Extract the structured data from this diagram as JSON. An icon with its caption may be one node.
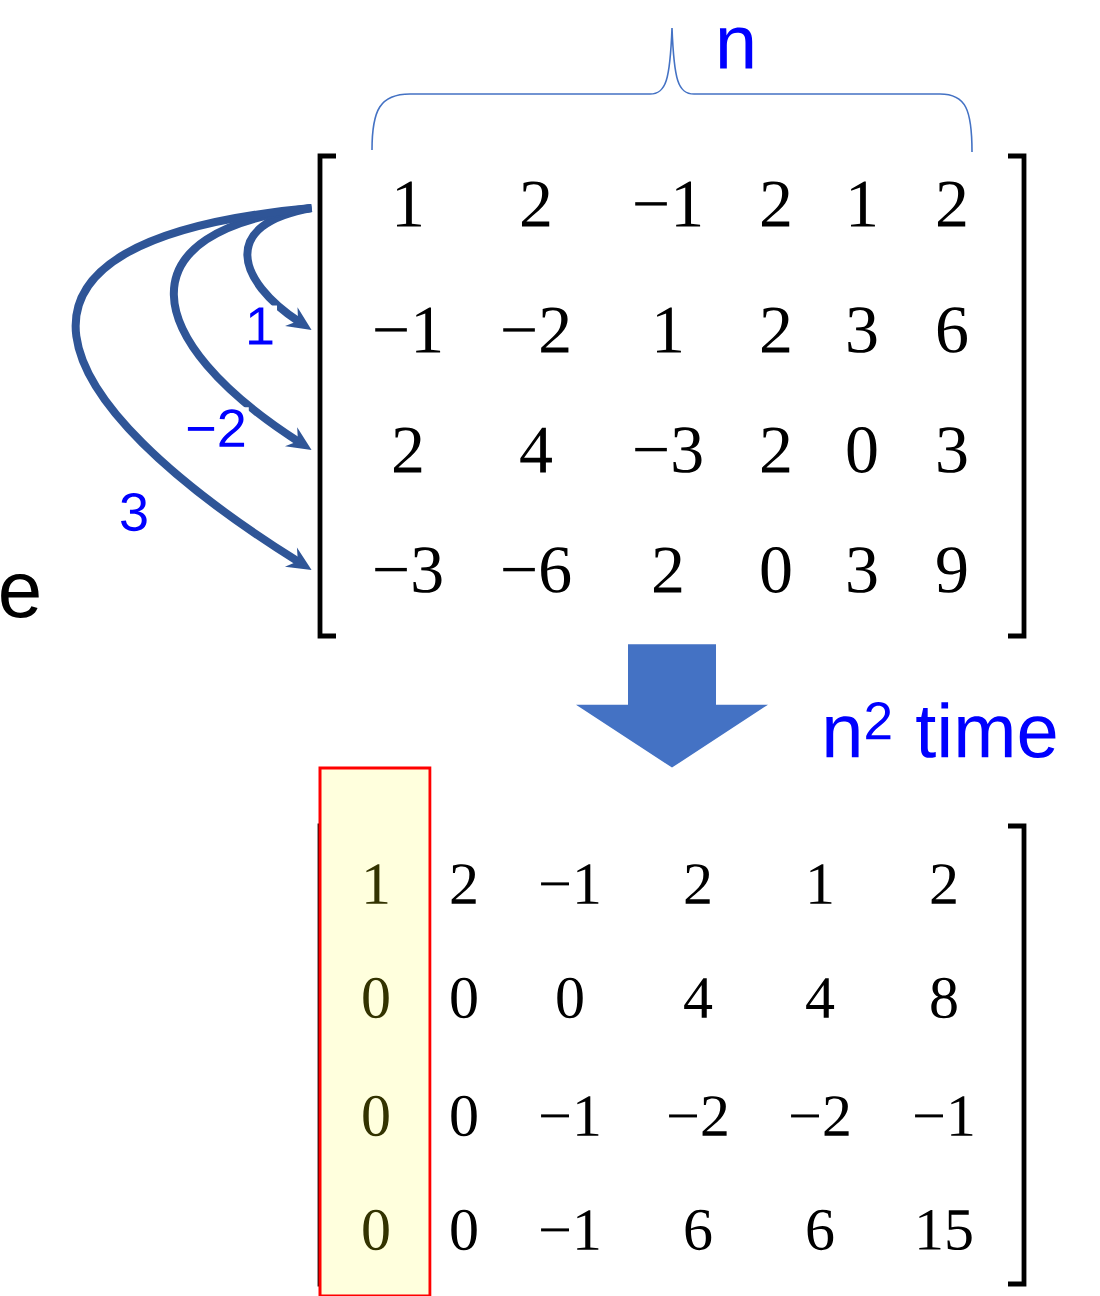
{
  "diagram": {
    "nodes": [
      {
        "text": [],
        "shape": "brackets"
      },
      {
        "text": [
          "1",
          "2",
          "−1",
          "2",
          "1",
          "2"
        ],
        "in": 0
      },
      {
        "text": [
          "−1",
          "−2",
          "1",
          "2",
          "3",
          "6"
        ],
        "in": 0
      },
      {
        "text": [
          "2",
          "4",
          "−3",
          "2",
          "0",
          "3"
        ],
        "in": 0
      },
      {
        "text": [
          "−3",
          "−6",
          "2",
          "0",
          "3",
          "9"
        ],
        "in": 0
      },
      {
        "text": [],
        "shape": "brackets"
      },
      {
        "text": [
          "1",
          "0",
          "0",
          "0"
        ],
        "in": 5
      },
      {
        "text": [
          "2",
          "−1",
          "2",
          "1",
          "2"
        ],
        "in": 5
      },
      {
        "text": [
          "0",
          "0",
          "4",
          "4",
          "8"
        ],
        "in": 5
      },
      {
        "text": [
          "0",
          "−1",
          "−2",
          "−2",
          "−1"
        ],
        "in": 5
      },
      {
        "text": [
          "0",
          "−1",
          "6",
          "6",
          "15"
        ],
        "in": 5
      }
    ],
    "edges": [
      {
        "from": 1,
        "to": 2,
        "arrow": "to",
        "label": "1"
      },
      {
        "from": 1,
        "to": 3,
        "arrow": "to",
        "label": "−2"
      },
      {
        "from": 1,
        "to": 4,
        "arrow": "to",
        "label": "3"
      },
      {
        "from": 0,
        "to": 5,
        "arrow": "to",
        "label": "n$^{2}$ time",
        "style": "thick",
        "color": "#4472c4"
      }
    ],
    "labels": [
      "n",
      "e"
    ]
  }
}
